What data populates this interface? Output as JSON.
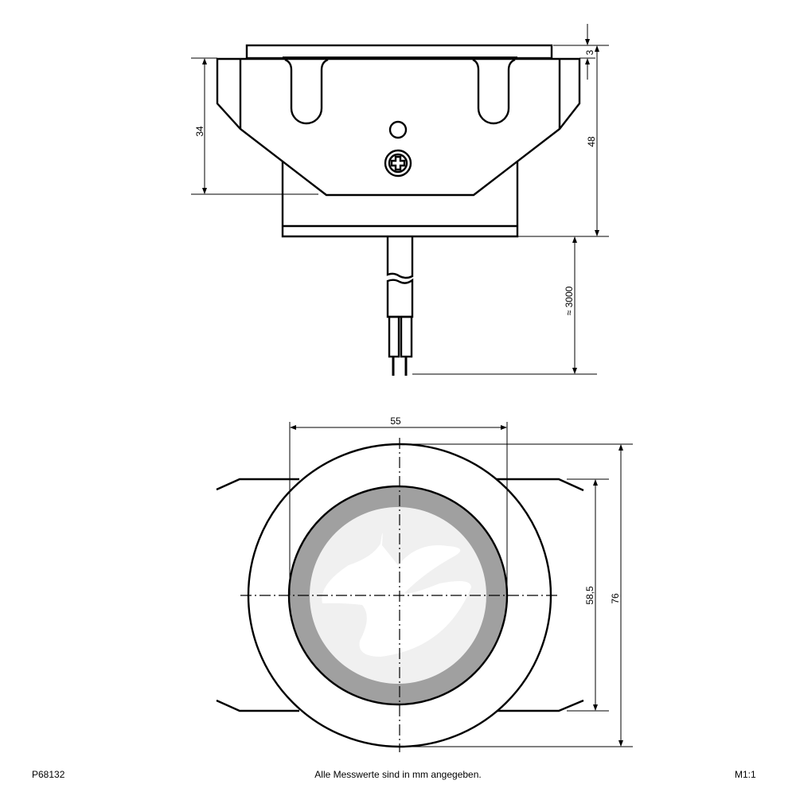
{
  "dimensions": {
    "side_view": {
      "flange_height": "34",
      "total_height": "48",
      "plate_thickness": "3",
      "cable_length": "≈ 3000"
    },
    "top_view": {
      "inner_diameter": "55",
      "tab_spacing": "58,5",
      "outer_diameter": "76"
    }
  },
  "footer": {
    "article_number": "P68132",
    "note": "Alle Messwerte sind in mm angegeben.",
    "scale": "M1:1"
  },
  "colors": {
    "ring": "#a0a0a0",
    "lens": "#f0f0f0",
    "line": "#000000"
  }
}
